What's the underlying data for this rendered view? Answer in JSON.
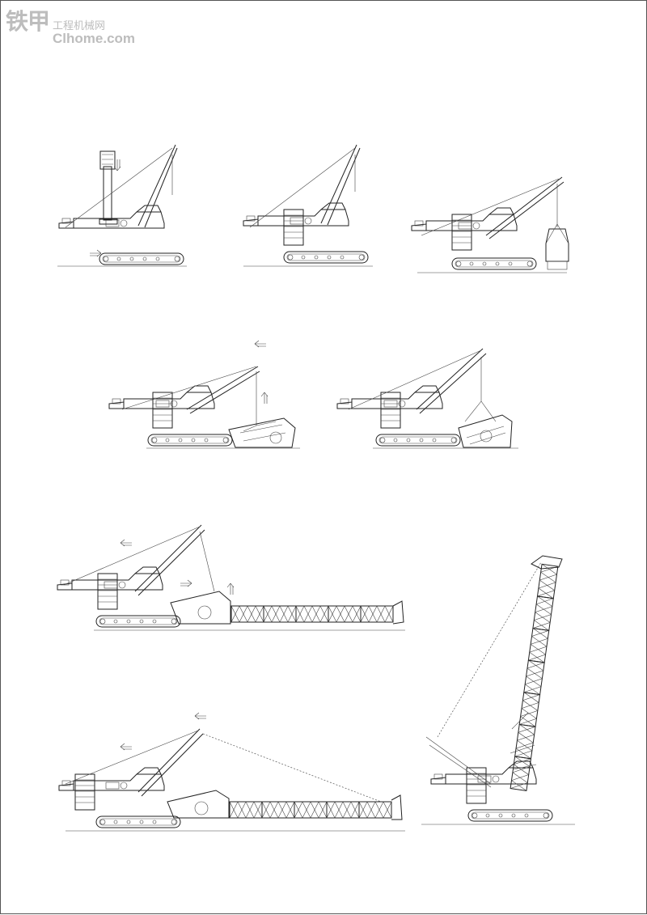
{
  "watermark": {
    "brand": "铁甲",
    "site_cn": "工程机械网",
    "domain": "Clhome.com"
  },
  "colors": {
    "line": "#222222",
    "watermark": "#bdbdbd",
    "background": "#ffffff"
  },
  "steps": [
    {
      "id": "1",
      "arrows": [
        "down",
        "right"
      ]
    },
    {
      "id": "2",
      "arrows": []
    },
    {
      "id": "3",
      "arrows": []
    },
    {
      "id": "4",
      "arrows": [
        "left",
        "up"
      ]
    },
    {
      "id": "5",
      "arrows": []
    },
    {
      "id": "6",
      "arrows": [
        "left",
        "right",
        "up"
      ]
    },
    {
      "id": "7",
      "arrows": [
        "left",
        "left"
      ]
    },
    {
      "id": "8",
      "arrows": []
    }
  ]
}
